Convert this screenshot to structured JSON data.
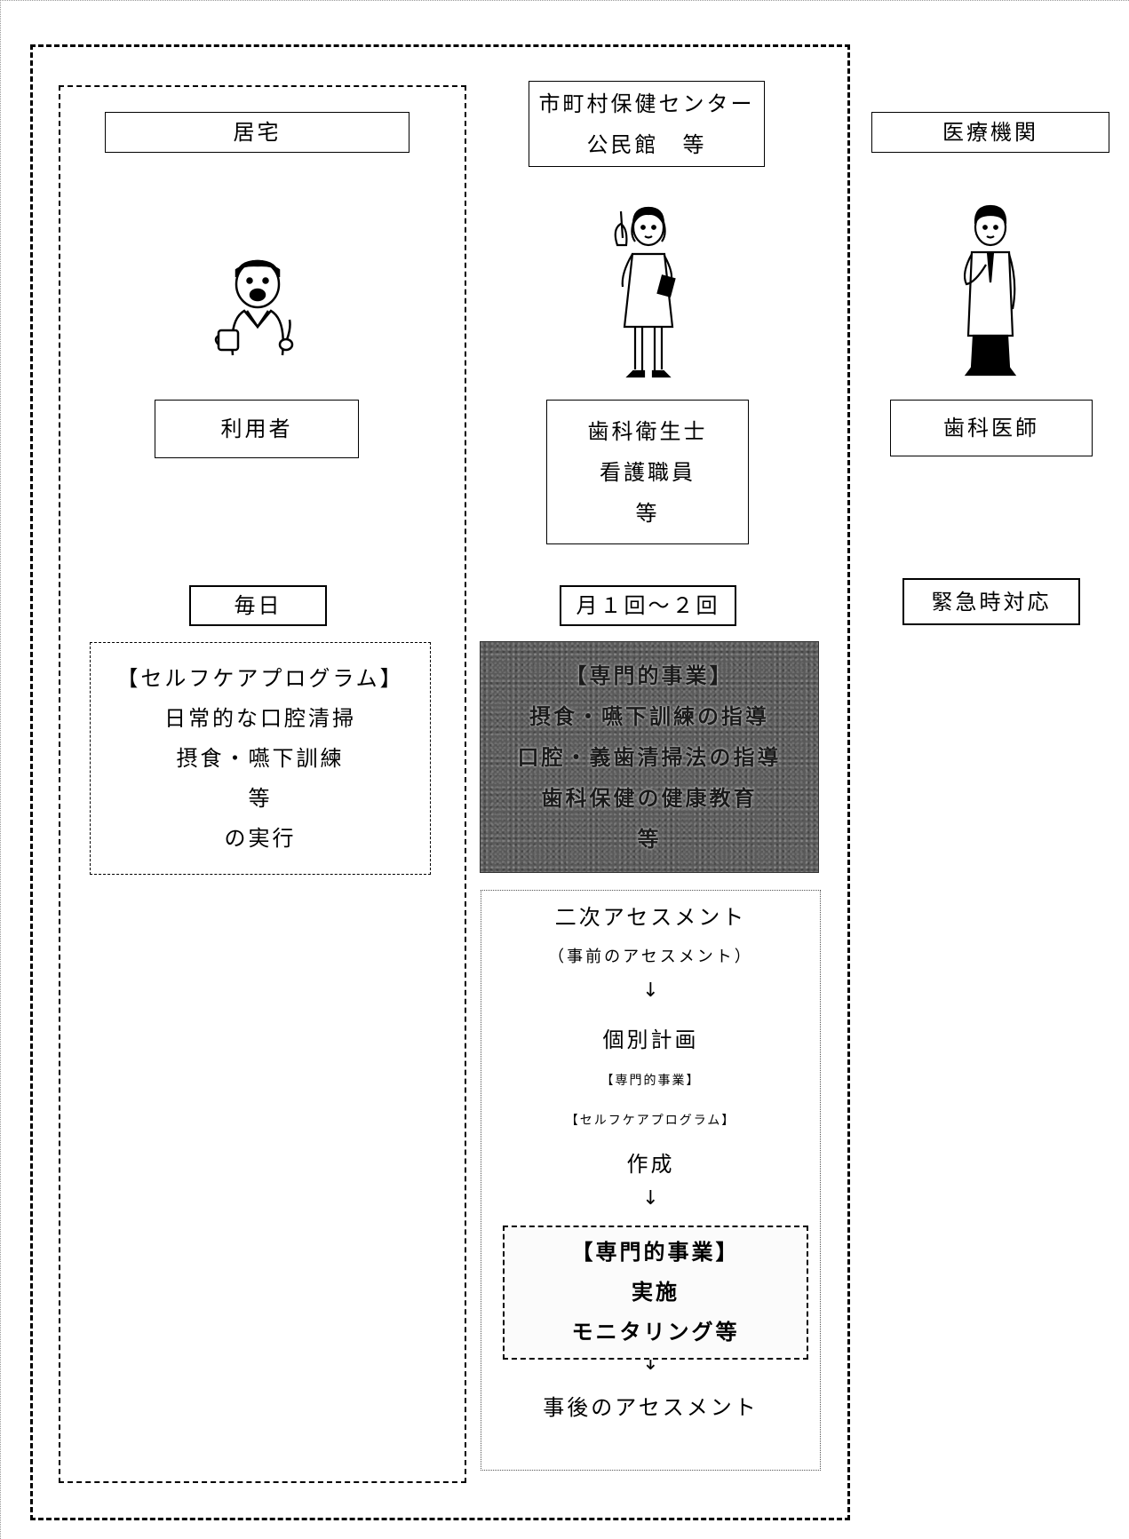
{
  "columns": {
    "home": {
      "header": "居宅",
      "person_label": "利用者",
      "frequency": "毎日",
      "program": {
        "title": "【セルフケアプログラム】",
        "lines": [
          "日常的な口腔清掃",
          "摂食・嚥下訓練",
          "等",
          "の実行"
        ]
      }
    },
    "center": {
      "header_line1": "市町村保健センター",
      "header_line2": "公民館　等",
      "staff": [
        "歯科衛生士",
        "看護職員",
        "等"
      ],
      "frequency": "月１回～２回",
      "professional": {
        "title": "【専門的事業】",
        "lines": [
          "摂食・嚥下訓練の指導",
          "口腔・義歯清掃法の指導",
          "歯科保健の健康教育",
          "等"
        ]
      },
      "flow": {
        "step1": "二次アセスメント",
        "step1_sub": "（事前のアセスメント）",
        "arrow": "↓",
        "step2": "個別計画",
        "step2_sub1": "【専門的事業】",
        "step2_sub2": "【セルフケアプログラム】",
        "step2_sub3": "作成",
        "implementation": {
          "title": "【専門的事業】",
          "line1": "実施",
          "line2": "モニタリング等"
        },
        "step_final": "事後のアセスメント"
      }
    },
    "medical": {
      "header": "医療機関",
      "staff": "歯科医師",
      "response": "緊急時対応"
    }
  }
}
